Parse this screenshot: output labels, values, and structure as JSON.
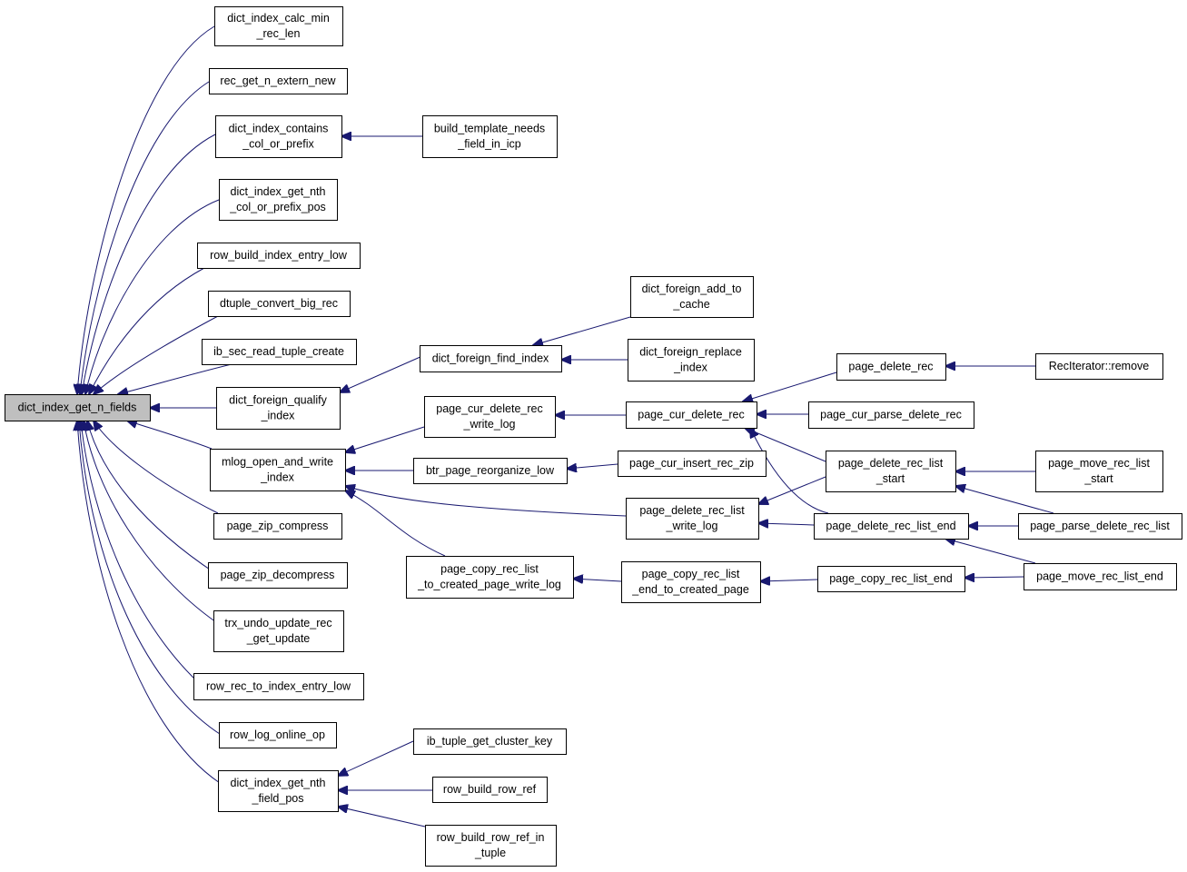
{
  "graph": {
    "nodes": [
      {
        "id": "n0",
        "lines": [
          "dict_index_get_n_fields"
        ],
        "root": true
      },
      {
        "id": "n1",
        "lines": [
          "dict_index_calc_min",
          "_rec_len"
        ]
      },
      {
        "id": "n2",
        "lines": [
          "rec_get_n_extern_new"
        ]
      },
      {
        "id": "n3",
        "lines": [
          "dict_index_contains",
          "_col_or_prefix"
        ]
      },
      {
        "id": "n4",
        "lines": [
          "dict_index_get_nth",
          "_col_or_prefix_pos"
        ]
      },
      {
        "id": "n5",
        "lines": [
          "row_build_index_entry_low"
        ]
      },
      {
        "id": "n6",
        "lines": [
          "dtuple_convert_big_rec"
        ]
      },
      {
        "id": "n7",
        "lines": [
          "ib_sec_read_tuple_create"
        ]
      },
      {
        "id": "n8",
        "lines": [
          "dict_foreign_qualify",
          "_index"
        ]
      },
      {
        "id": "n9",
        "lines": [
          "mlog_open_and_write",
          "_index"
        ]
      },
      {
        "id": "n10",
        "lines": [
          "page_zip_compress"
        ]
      },
      {
        "id": "n11",
        "lines": [
          "page_zip_decompress"
        ]
      },
      {
        "id": "n12",
        "lines": [
          "trx_undo_update_rec",
          "_get_update"
        ]
      },
      {
        "id": "n13",
        "lines": [
          "row_rec_to_index_entry_low"
        ]
      },
      {
        "id": "n14",
        "lines": [
          "row_log_online_op"
        ]
      },
      {
        "id": "n15",
        "lines": [
          "dict_index_get_nth",
          "_field_pos"
        ]
      },
      {
        "id": "n16",
        "lines": [
          "build_template_needs",
          "_field_in_icp"
        ]
      },
      {
        "id": "n17",
        "lines": [
          "dict_foreign_find_index"
        ]
      },
      {
        "id": "n18",
        "lines": [
          "dict_foreign_add_to",
          "_cache"
        ]
      },
      {
        "id": "n19",
        "lines": [
          "dict_foreign_replace",
          "_index"
        ]
      },
      {
        "id": "n20",
        "lines": [
          "page_cur_delete_rec",
          "_write_log"
        ]
      },
      {
        "id": "n21",
        "lines": [
          "btr_page_reorganize_low"
        ]
      },
      {
        "id": "n22",
        "lines": [
          "page_copy_rec_list",
          "_to_created_page_write_log"
        ]
      },
      {
        "id": "n23",
        "lines": [
          "page_cur_delete_rec"
        ]
      },
      {
        "id": "n24",
        "lines": [
          "page_cur_insert_rec_zip"
        ]
      },
      {
        "id": "n25",
        "lines": [
          "page_delete_rec_list",
          "_write_log"
        ]
      },
      {
        "id": "n26",
        "lines": [
          "page_copy_rec_list",
          "_end_to_created_page"
        ]
      },
      {
        "id": "n27",
        "lines": [
          "page_delete_rec"
        ]
      },
      {
        "id": "n28",
        "lines": [
          "page_cur_parse_delete_rec"
        ]
      },
      {
        "id": "n29",
        "lines": [
          "page_delete_rec_list",
          "_start"
        ]
      },
      {
        "id": "n30",
        "lines": [
          "page_delete_rec_list_end"
        ]
      },
      {
        "id": "n31",
        "lines": [
          "page_copy_rec_list_end"
        ]
      },
      {
        "id": "n32",
        "lines": [
          "RecIterator::remove"
        ]
      },
      {
        "id": "n33",
        "lines": [
          "page_move_rec_list",
          "_start"
        ]
      },
      {
        "id": "n34",
        "lines": [
          "page_parse_delete_rec_list"
        ]
      },
      {
        "id": "n35",
        "lines": [
          "page_move_rec_list_end"
        ]
      },
      {
        "id": "n36",
        "lines": [
          "ib_tuple_get_cluster_key"
        ]
      },
      {
        "id": "n37",
        "lines": [
          "row_build_row_ref"
        ]
      },
      {
        "id": "n38",
        "lines": [
          "row_build_row_ref_in",
          "_tuple"
        ]
      }
    ],
    "edges": [
      [
        "n1",
        "n0"
      ],
      [
        "n2",
        "n0"
      ],
      [
        "n3",
        "n0"
      ],
      [
        "n4",
        "n0"
      ],
      [
        "n5",
        "n0"
      ],
      [
        "n6",
        "n0"
      ],
      [
        "n7",
        "n0"
      ],
      [
        "n8",
        "n0"
      ],
      [
        "n9",
        "n0"
      ],
      [
        "n10",
        "n0"
      ],
      [
        "n11",
        "n0"
      ],
      [
        "n12",
        "n0"
      ],
      [
        "n13",
        "n0"
      ],
      [
        "n14",
        "n0"
      ],
      [
        "n15",
        "n0"
      ],
      [
        "n16",
        "n3"
      ],
      [
        "n17",
        "n8"
      ],
      [
        "n18",
        "n17"
      ],
      [
        "n19",
        "n17"
      ],
      [
        "n20",
        "n9"
      ],
      [
        "n21",
        "n9"
      ],
      [
        "n25",
        "n9"
      ],
      [
        "n22",
        "n9"
      ],
      [
        "n23",
        "n20"
      ],
      [
        "n24",
        "n21"
      ],
      [
        "n26",
        "n22"
      ],
      [
        "n27",
        "n23"
      ],
      [
        "n28",
        "n23"
      ],
      [
        "n29",
        "n23"
      ],
      [
        "n30",
        "n23"
      ],
      [
        "n29",
        "n25"
      ],
      [
        "n30",
        "n25"
      ],
      [
        "n31",
        "n26"
      ],
      [
        "n32",
        "n27"
      ],
      [
        "n33",
        "n29"
      ],
      [
        "n34",
        "n29"
      ],
      [
        "n34",
        "n30"
      ],
      [
        "n35",
        "n30"
      ],
      [
        "n35",
        "n31"
      ],
      [
        "n36",
        "n15"
      ],
      [
        "n37",
        "n15"
      ],
      [
        "n38",
        "n15"
      ]
    ]
  }
}
